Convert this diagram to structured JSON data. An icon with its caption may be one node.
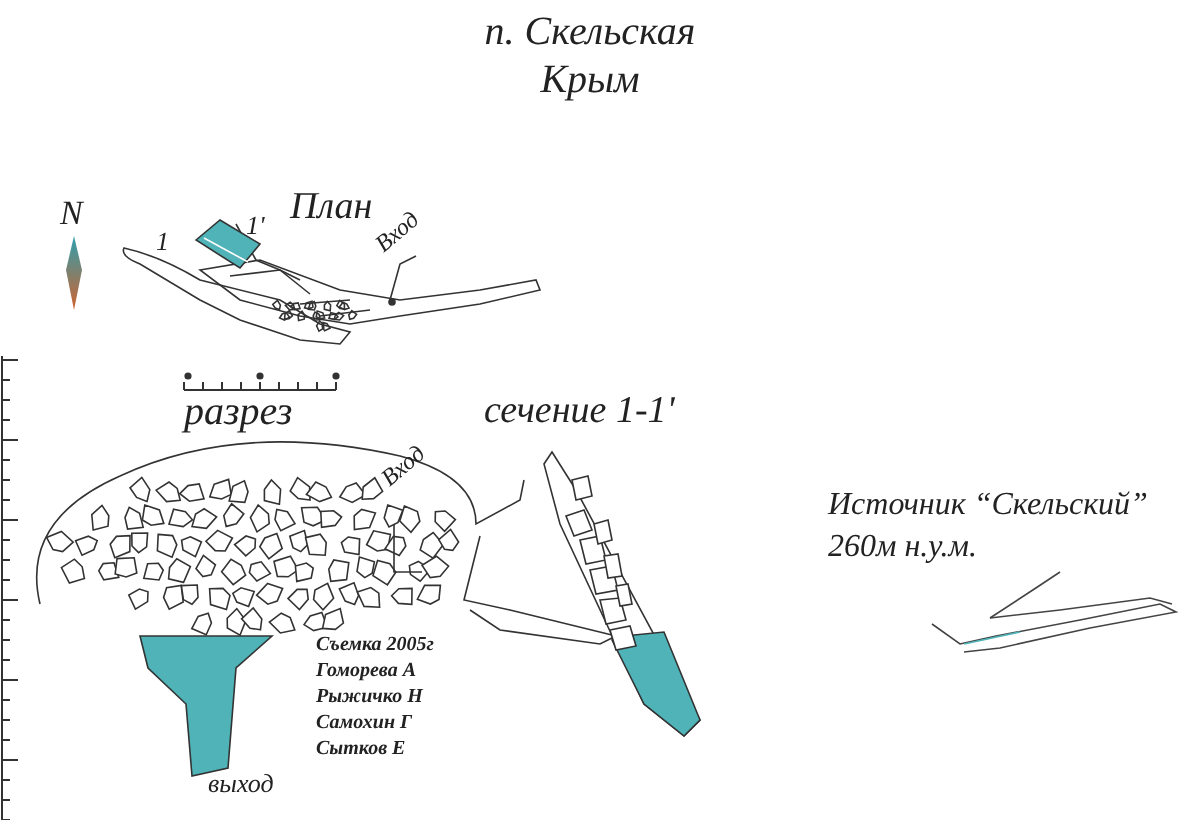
{
  "diagram": {
    "title": "п. Скельская Крым",
    "labels": [
      "N",
      "План",
      "1'",
      "1",
      "Вход",
      "разрез",
      "сечение 1-1'",
      "Вход",
      "Съемка 2005г",
      "Гоморева А",
      "Рыжичко Н",
      "Самохин Г",
      "Сытков Е",
      "выход",
      "Источник “Скельский”",
      "260м н.у.м."
    ]
  }
}
